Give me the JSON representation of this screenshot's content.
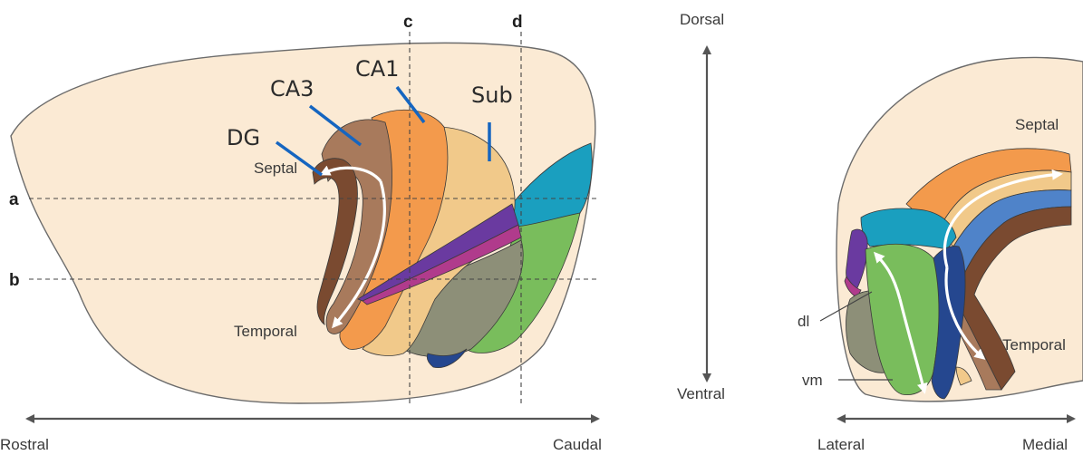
{
  "left": {
    "regions": {
      "dg": "DG",
      "ca3": "CA3",
      "ca1": "CA1",
      "sub": "Sub"
    },
    "septal": "Septal",
    "temporal": "Temporal",
    "sections": {
      "a": "a",
      "b": "b",
      "c": "c",
      "d": "d"
    },
    "axis": {
      "rostral": "Rostral",
      "caudal": "Caudal"
    }
  },
  "vertical_axis": {
    "dorsal": "Dorsal",
    "ventral": "Ventral"
  },
  "right": {
    "septal": "Septal",
    "temporal": "Temporal",
    "dl": "dl",
    "vm": "vm",
    "axis": {
      "lateral": "Lateral",
      "medial": "Medial"
    }
  },
  "colors": {
    "brain": "#fbead4",
    "brain_outline": "#6b6b6b",
    "dg": "#7a4a30",
    "ca3": "#a87a5c",
    "ca1": "#f39a4c",
    "sub": "#f1c98a",
    "teal": "#1a9fbf",
    "green": "#79bd5c",
    "purple": "#6a3aa0",
    "magenta": "#b03b8c",
    "olive": "#8d8f78",
    "navy": "#25478f",
    "blue": "#4f83c9",
    "pointer": "#1565c0"
  }
}
